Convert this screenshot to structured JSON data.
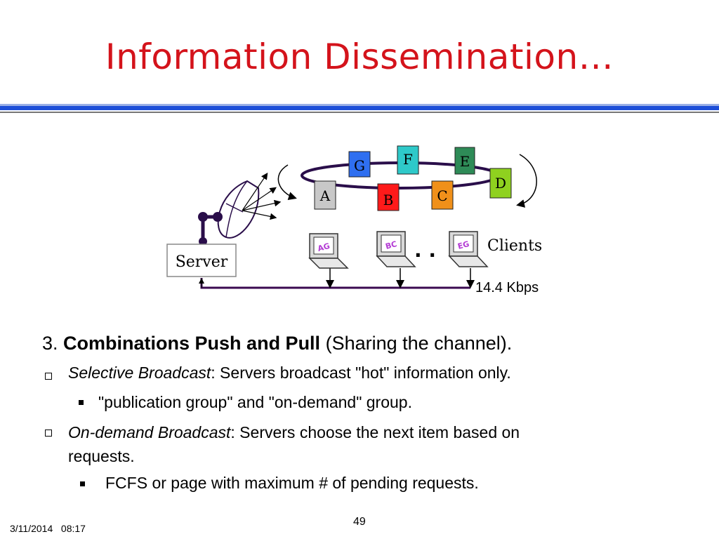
{
  "slide": {
    "title": "Information Dissemination…",
    "page_number": "49",
    "date": "3/11/2014",
    "time": "08:17"
  },
  "diagram": {
    "server_label": "Server",
    "clients_label": "Clients",
    "bandwidth_label": "14.4 Kbps",
    "ellipsis": ". .",
    "ring_items": [
      {
        "label": "G",
        "color": "#2f6ff0"
      },
      {
        "label": "F",
        "color": "#2ec9c9"
      },
      {
        "label": "E",
        "color": "#2e8b57"
      },
      {
        "label": "D",
        "color": "#8fd11f"
      },
      {
        "label": "C",
        "color": "#f0901a"
      },
      {
        "label": "B",
        "color": "#ff1a1a"
      },
      {
        "label": "A",
        "color": "#c8c8c8"
      }
    ],
    "client_screens": [
      "AG",
      "BC",
      "EG"
    ],
    "colors": {
      "ring": "#2a0e4a",
      "wire": "#3a0a50",
      "text_red_shadow": "#d4131b"
    }
  },
  "body": {
    "heading_number": "3.",
    "heading_bold": "Combinations Push and Pull",
    "heading_rest": "(Sharing the channel).",
    "items": [
      {
        "italic": "Selective Broadcast",
        "text": ": Servers broadcast \"hot\" information only."
      },
      {
        "sub": "\"publication group\" and \"on-demand\" group."
      },
      {
        "italic": "On-demand Broadcast",
        "text": ": Servers choose the next item based on",
        "text2": "requests."
      },
      {
        "sub": "FCFS or page with maximum # of pending requests."
      }
    ]
  }
}
